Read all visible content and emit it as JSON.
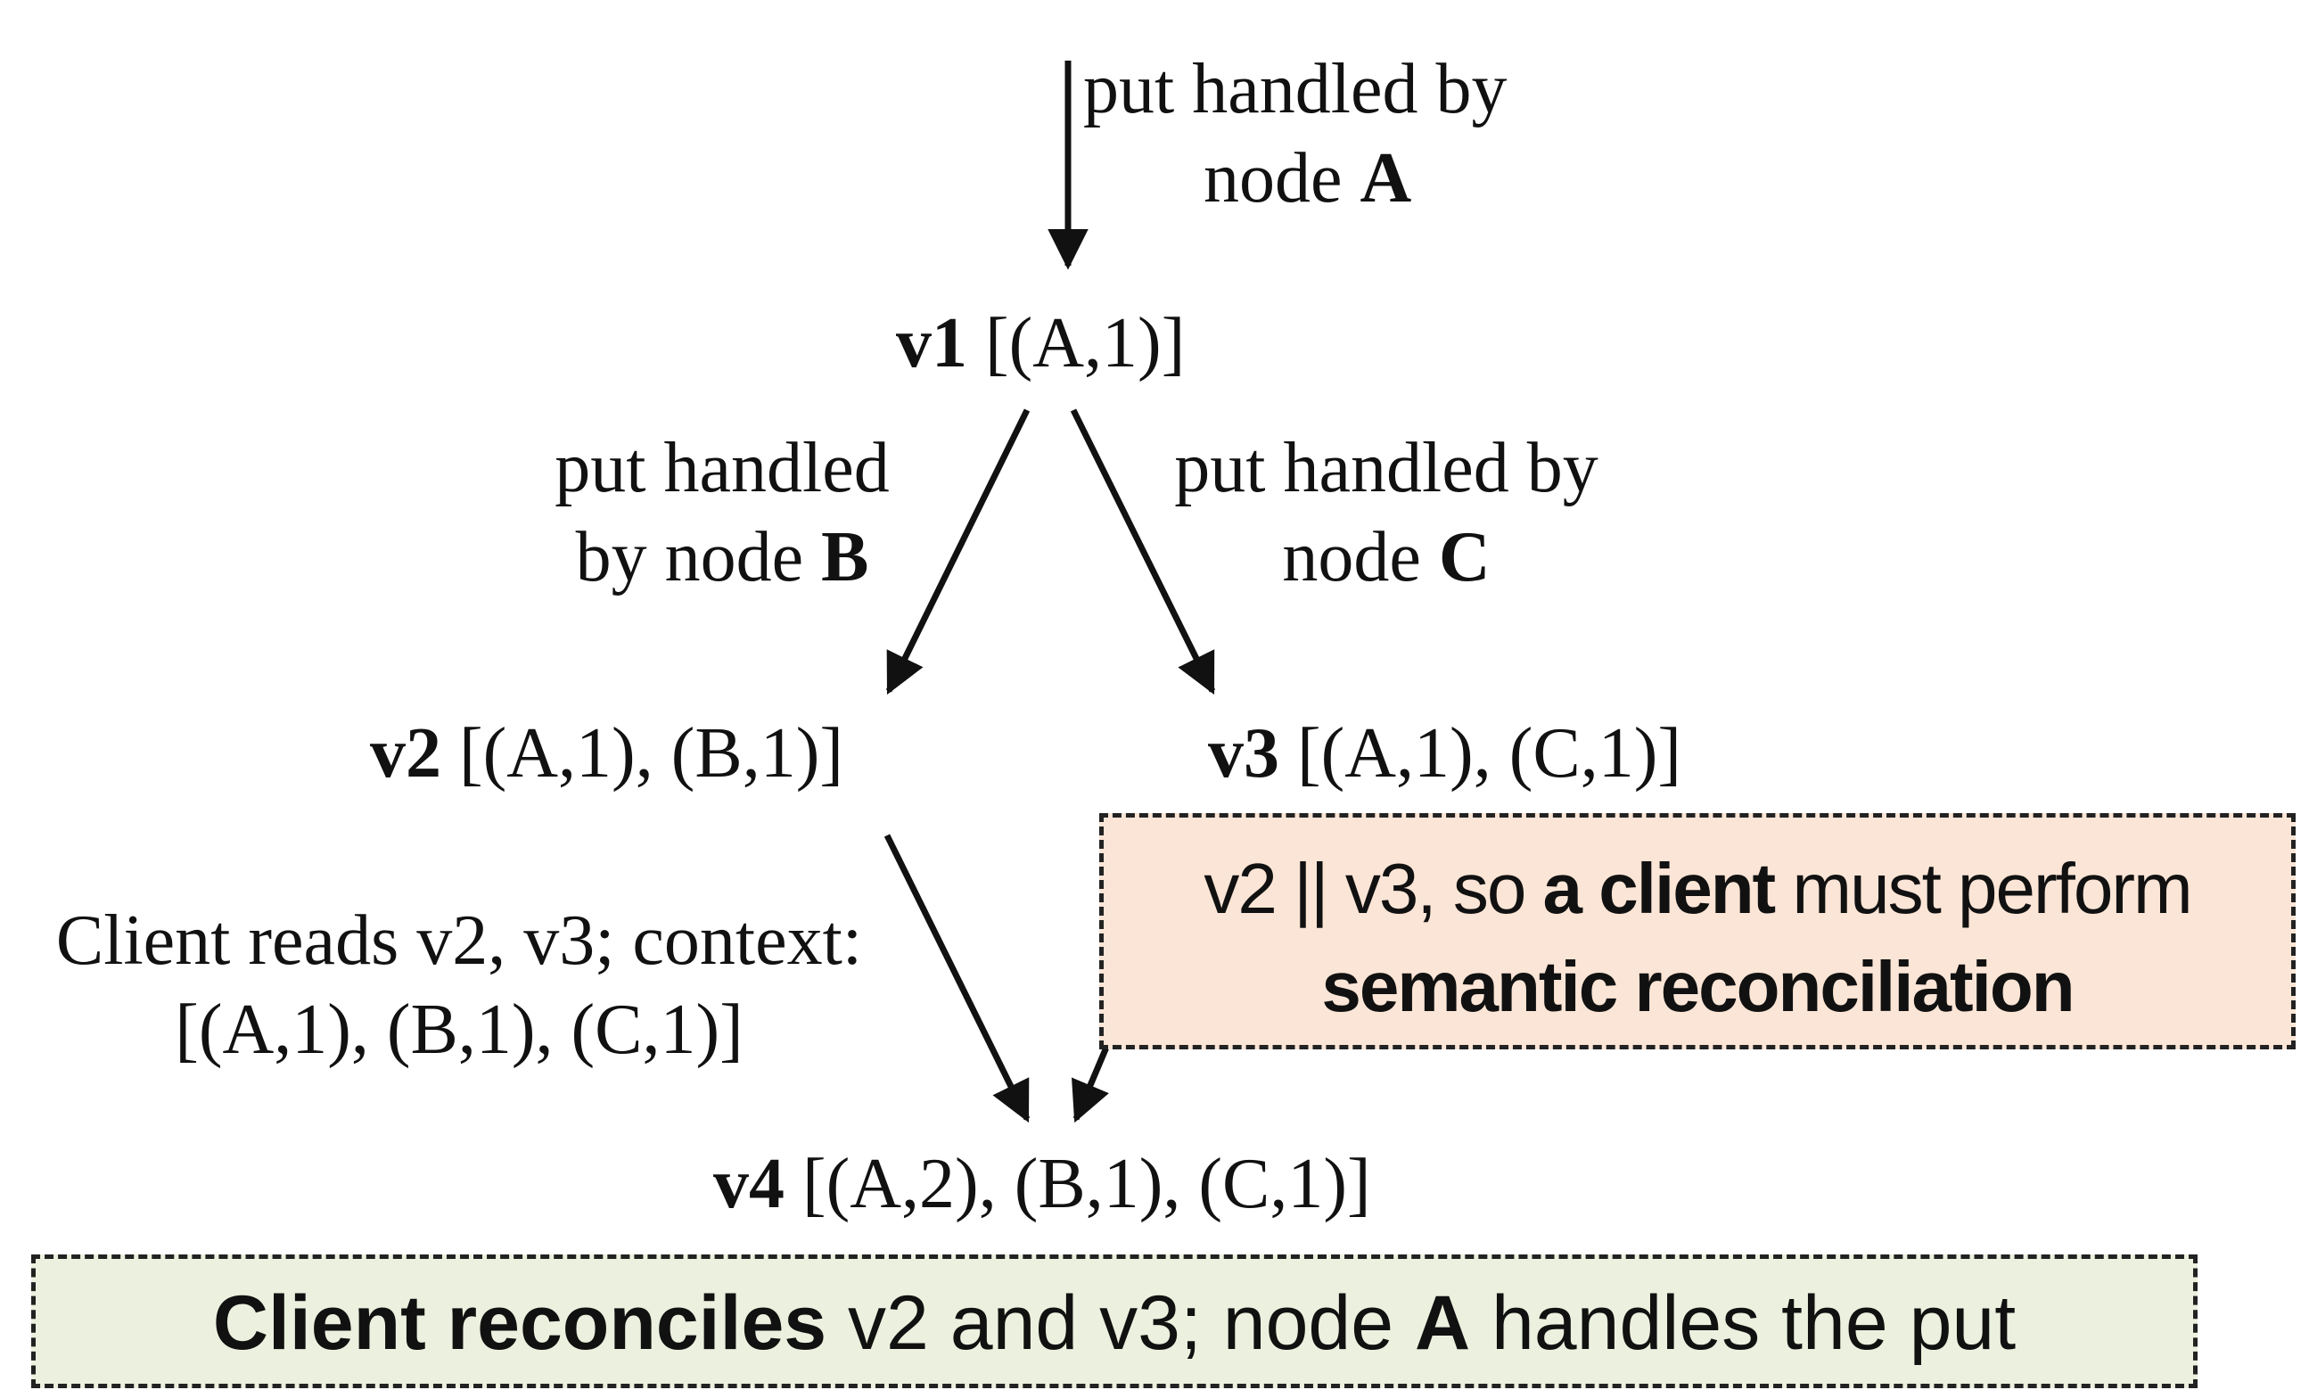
{
  "top_edge_label": {
    "line1": "put handled by",
    "line2_prefix": "node ",
    "line2_node": "A"
  },
  "left_edge_label": {
    "line1": "put handled",
    "line2_prefix": "by node ",
    "line2_node": "B"
  },
  "right_edge_label": {
    "line1": "put handled by",
    "line2_prefix": "node ",
    "line2_node": "C"
  },
  "versions": {
    "v1": {
      "name": "v1",
      "clock": " [(A,1)]"
    },
    "v2": {
      "name": "v2",
      "clock": " [(A,1), (B,1)]"
    },
    "v3": {
      "name": "v3",
      "clock": " [(A,1), (C,1)]"
    },
    "v4": {
      "name": "v4",
      "clock": " [(A,2), (B,1), (C,1)]"
    }
  },
  "client_read_label": {
    "line1": "Client reads v2, v3; context:",
    "line2": "[(A,1), (B,1), (C,1)]"
  },
  "conflict_note": {
    "line1_plain": "v2 || v3, so ",
    "line1_bold": "a client",
    "line1_tail": " must perform",
    "line2_bold": "semantic reconciliation"
  },
  "conclusion": {
    "bold_start": "Client reconciles",
    "middle": " v2 and v3; node ",
    "bold_node": "A",
    "tail": " handles the put"
  },
  "colors": {
    "note_fill": "#fbe5d6",
    "conclusion_fill": "#ebf1de",
    "ink": "#111111"
  }
}
